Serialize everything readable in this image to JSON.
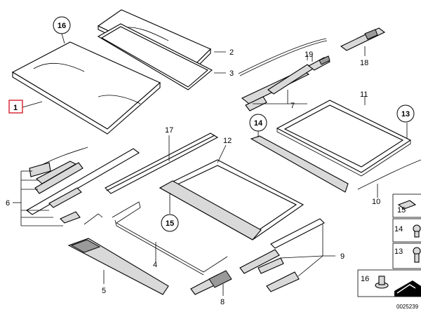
{
  "labels": {
    "l1": "1",
    "l2": "2",
    "l3": "3",
    "l4": "4",
    "l5": "5",
    "l6": "6",
    "l7": "7",
    "l8": "8",
    "l9": "9",
    "l10": "10",
    "l11": "11",
    "l12": "12",
    "l13": "13",
    "l14": "14",
    "l15": "15",
    "l16": "16",
    "l17": "17",
    "l18": "18",
    "l19": "19"
  },
  "legend": {
    "r1": "15",
    "r2": "14",
    "r3": "13",
    "r4": "16"
  },
  "doc_id": "0025239",
  "colors": {
    "highlight": "#d6202e",
    "line": "#000000",
    "part_fill": "#d9d9d9"
  }
}
